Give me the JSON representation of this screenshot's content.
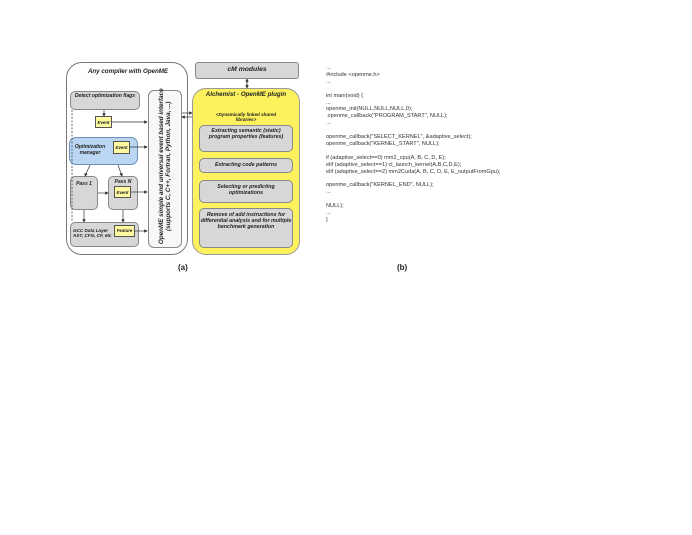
{
  "diagram": {
    "outer_title": "Any compiler with OpenME",
    "detect_flags": "Detect optimization flags",
    "event": "Event",
    "optimization_manager": "Optimization manager",
    "pass_1": "Pass 1",
    "pass_n": "Pass N",
    "gcc_data_layer": "GCC Data Layer AST, CFG, CF, etc",
    "feature": "Feature",
    "openme_interface": "OpenME simple and universal event based interface (supports C, C++, Fortran, Python, Java, ...)",
    "cm_modules": "cM modules",
    "alchemist_title": "Alchemist - OpenME plugin",
    "alchemist_subtitle": "<Dynamically linked shared libraries>",
    "box_semantic": "Extracting semantic (static) program properties (features)",
    "box_code_patterns": "Extracting code patterns",
    "box_selecting": "Selecting or predicting optimizations",
    "box_remove": "Remove of add instructions for differential analysis and for multiple benchmark generation"
  },
  "captions": {
    "a": "(a)",
    "b": "(b)"
  },
  "code_lines": [
    "...",
    "#include <openme.h>",
    "...",
    "",
    "int main(void) {",
    "...",
    "openme_init(NULL,NULL,NULL,0);",
    " openme_callback(\"PROGRAM_START\", NULL);",
    "...",
    "",
    "openme_callback(\"SELECT_KERNEL\", &adaptive_select);",
    "openme_callback(\"KERNEL_START\", NULL);",
    "",
    "if (adaptive_select==0) mm2_cpu(A, B, C, D, E);",
    "elif (adaptive_select==1) cl_launch_kernel(A,B,C,D,E);",
    "elif (adaptive_select==2) mm2Cuda(A, B, C, D, E, E_outputFromGpu);",
    "",
    "openme_callback(\"KERNEL_END\", NULL);",
    "...",
    "",
    "NULL);",
    "...",
    "}"
  ]
}
